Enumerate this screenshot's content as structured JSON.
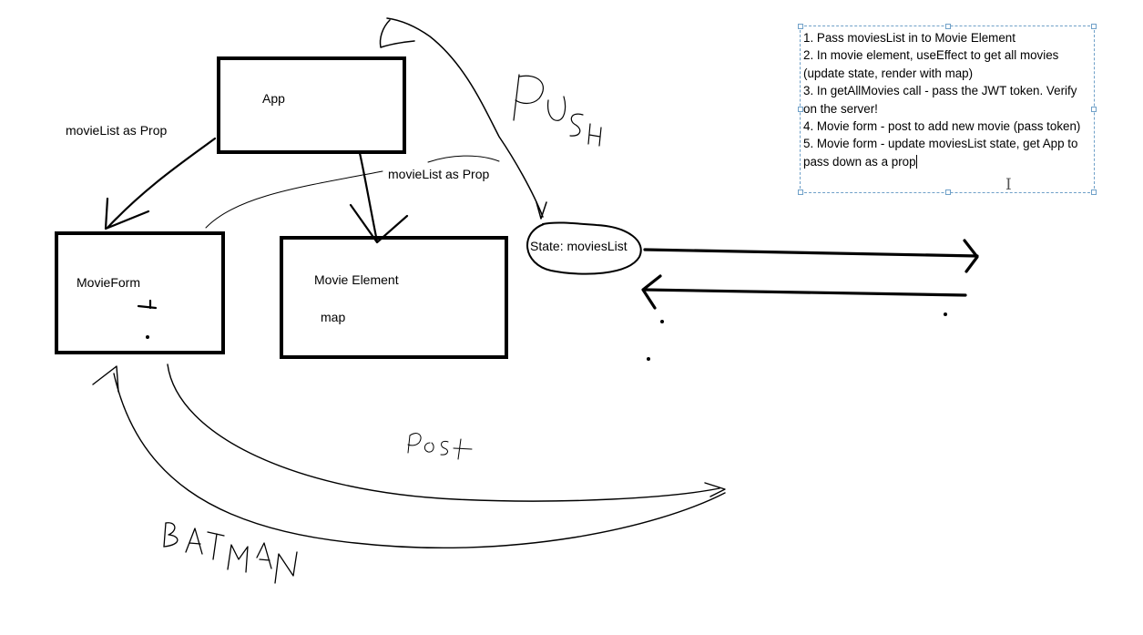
{
  "boxes": {
    "app": "App",
    "movie_form": "MovieForm",
    "movie_element": "Movie Element",
    "map": "map"
  },
  "labels": {
    "movielist_prop_left": "movieList as Prop",
    "movielist_prop_center": "movieList as Prop",
    "state": "State: moviesList"
  },
  "handwriting": {
    "push": "PUSH",
    "post": "Post",
    "batman": "BATMAN"
  },
  "notes": [
    "1. Pass moviesList in to Movie Element",
    "2. In movie element, useEffect to get all movies (update state, render with map)",
    "3. In getAllMovies call - pass the JWT token. Verify on the server!",
    "4. Movie form - post to add new movie (pass token)",
    "5. Movie form - update moviesList state, get App to pass down as a prop"
  ],
  "colors": {
    "ink": "#000000",
    "selection_border": "#6fa0c8"
  }
}
